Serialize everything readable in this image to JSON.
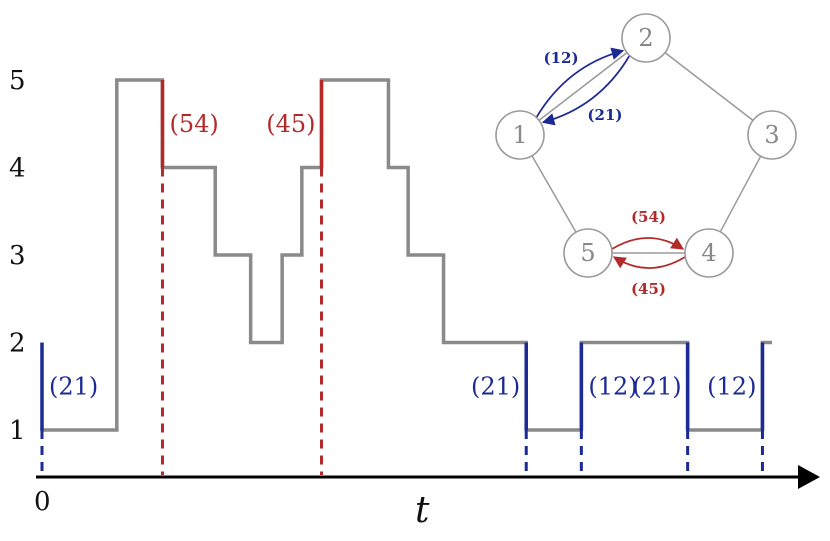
{
  "colors": {
    "trajectory": "#8a8a8a",
    "blue": "#1b2a94",
    "red": "#b22a2a",
    "node_stroke": "#9a9a9a",
    "node_text": "#8a8a8a",
    "axis": "#000000"
  },
  "axis": {
    "x_name": "t",
    "x_origin_label": "0",
    "y_ticks": [
      "1",
      "2",
      "3",
      "4",
      "5"
    ]
  },
  "trajectory": {
    "segments": [
      {
        "t0": 0,
        "t1": 9.5,
        "state": 1
      },
      {
        "t0": 9.5,
        "t1": 15.3,
        "state": 5
      },
      {
        "t0": 15.3,
        "t1": 22.0,
        "state": 4
      },
      {
        "t0": 22.0,
        "t1": 26.5,
        "state": 3
      },
      {
        "t0": 26.5,
        "t1": 30.5,
        "state": 2
      },
      {
        "t0": 30.5,
        "t1": 33.0,
        "state": 3
      },
      {
        "t0": 33.0,
        "t1": 35.5,
        "state": 4
      },
      {
        "t0": 35.5,
        "t1": 44.0,
        "state": 5
      },
      {
        "t0": 44.0,
        "t1": 46.5,
        "state": 4
      },
      {
        "t0": 46.5,
        "t1": 51.0,
        "state": 3
      },
      {
        "t0": 51.0,
        "t1": 61.5,
        "state": 2
      },
      {
        "t0": 61.5,
        "t1": 68.5,
        "state": 1
      },
      {
        "t0": 68.5,
        "t1": 82.0,
        "state": 2
      },
      {
        "t0": 82.0,
        "t1": 91.5,
        "state": 1
      },
      {
        "t0": 91.5,
        "t1": 92.5,
        "state": 2
      }
    ],
    "t_max": 95
  },
  "jumps": [
    {
      "t": 0,
      "from": 2,
      "to": 1,
      "label": "(21)",
      "color": "blue",
      "label_side": "right"
    },
    {
      "t": 15.3,
      "from": 5,
      "to": 4,
      "label": "(54)",
      "color": "red",
      "label_side": "right"
    },
    {
      "t": 35.5,
      "from": 4,
      "to": 5,
      "label": "(45)",
      "color": "red",
      "label_side": "left"
    },
    {
      "t": 61.5,
      "from": 2,
      "to": 1,
      "label": "(21)",
      "color": "blue",
      "label_side": "left"
    },
    {
      "t": 68.5,
      "from": 1,
      "to": 2,
      "label": "(12)",
      "color": "blue",
      "label_side": "right"
    },
    {
      "t": 82.0,
      "from": 2,
      "to": 1,
      "label": "(21)",
      "color": "blue",
      "label_side": "left"
    },
    {
      "t": 91.5,
      "from": 1,
      "to": 2,
      "label": "(12)",
      "color": "blue",
      "label_side": "left"
    }
  ],
  "graph": {
    "nodes": [
      {
        "id": "1",
        "label": "1"
      },
      {
        "id": "2",
        "label": "2"
      },
      {
        "id": "3",
        "label": "3"
      },
      {
        "id": "4",
        "label": "4"
      },
      {
        "id": "5",
        "label": "5"
      }
    ],
    "edges": [
      [
        "1",
        "2"
      ],
      [
        "2",
        "3"
      ],
      [
        "3",
        "4"
      ],
      [
        "4",
        "5"
      ],
      [
        "5",
        "1"
      ]
    ],
    "transitions": [
      {
        "from": "1",
        "to": "2",
        "label": "(12)",
        "color": "blue"
      },
      {
        "from": "2",
        "to": "1",
        "label": "(21)",
        "color": "blue"
      },
      {
        "from": "5",
        "to": "4",
        "label": "(54)",
        "color": "red"
      },
      {
        "from": "4",
        "to": "5",
        "label": "(45)",
        "color": "red"
      }
    ]
  }
}
